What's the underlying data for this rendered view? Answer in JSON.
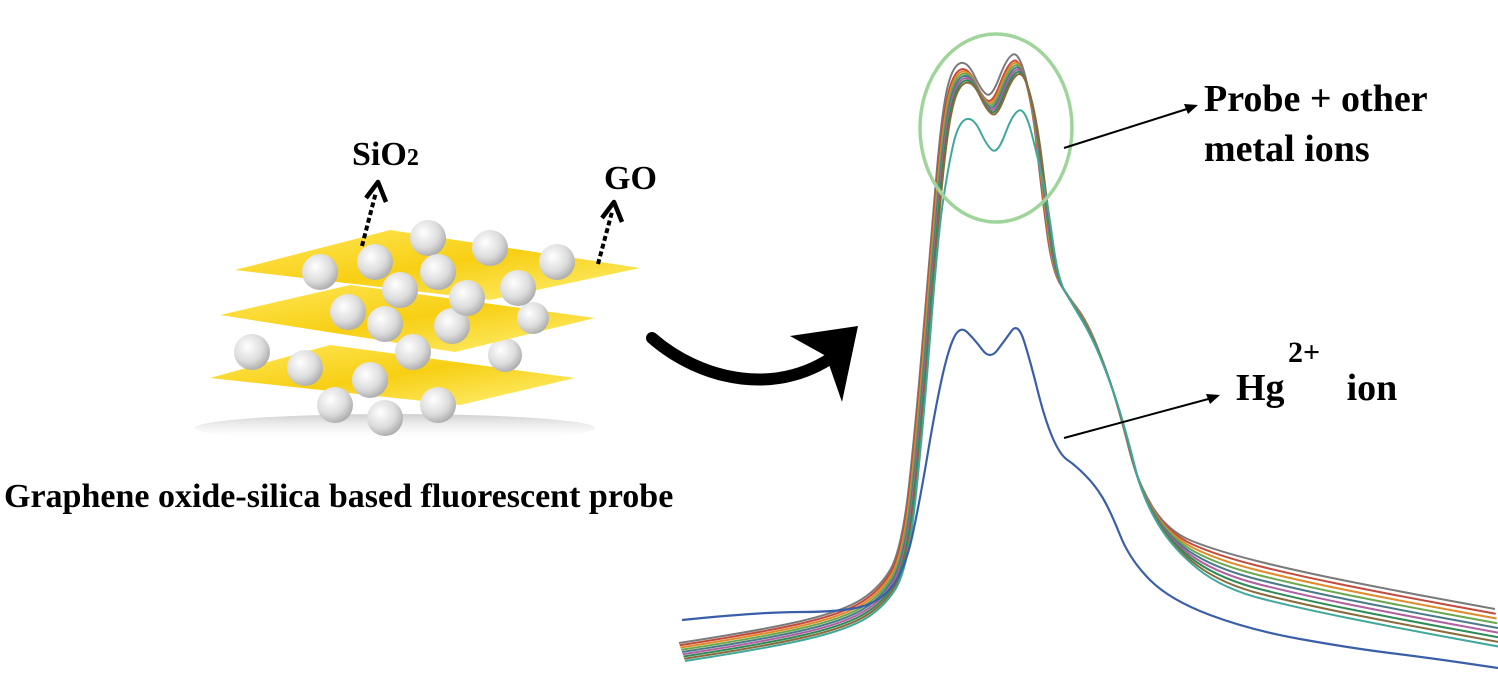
{
  "labels": {
    "sio2_main": "SiO",
    "sio2_sub": "2",
    "go": "GO",
    "probe_line1": "Probe + other",
    "probe_line2": "metal ions",
    "hg_main": "Hg",
    "hg_charge": "2+",
    "hg_ion": "ion",
    "caption": "Graphene oxide-silica based fluorescent probe"
  },
  "colors": {
    "sheet": "#f7d21b",
    "sheet_edge": "#f0c000",
    "sphere": "#d8d8d8",
    "highlight_circle": "#9fd49a",
    "hg_spectrum": "#3a5fa8",
    "spectra": [
      "#7a7a7a",
      "#c44a3c",
      "#e08a2a",
      "#6aa84f",
      "#4a7a8a",
      "#b05fa0",
      "#2e8b57",
      "#8a6a3a",
      "#3fa89a"
    ]
  }
}
